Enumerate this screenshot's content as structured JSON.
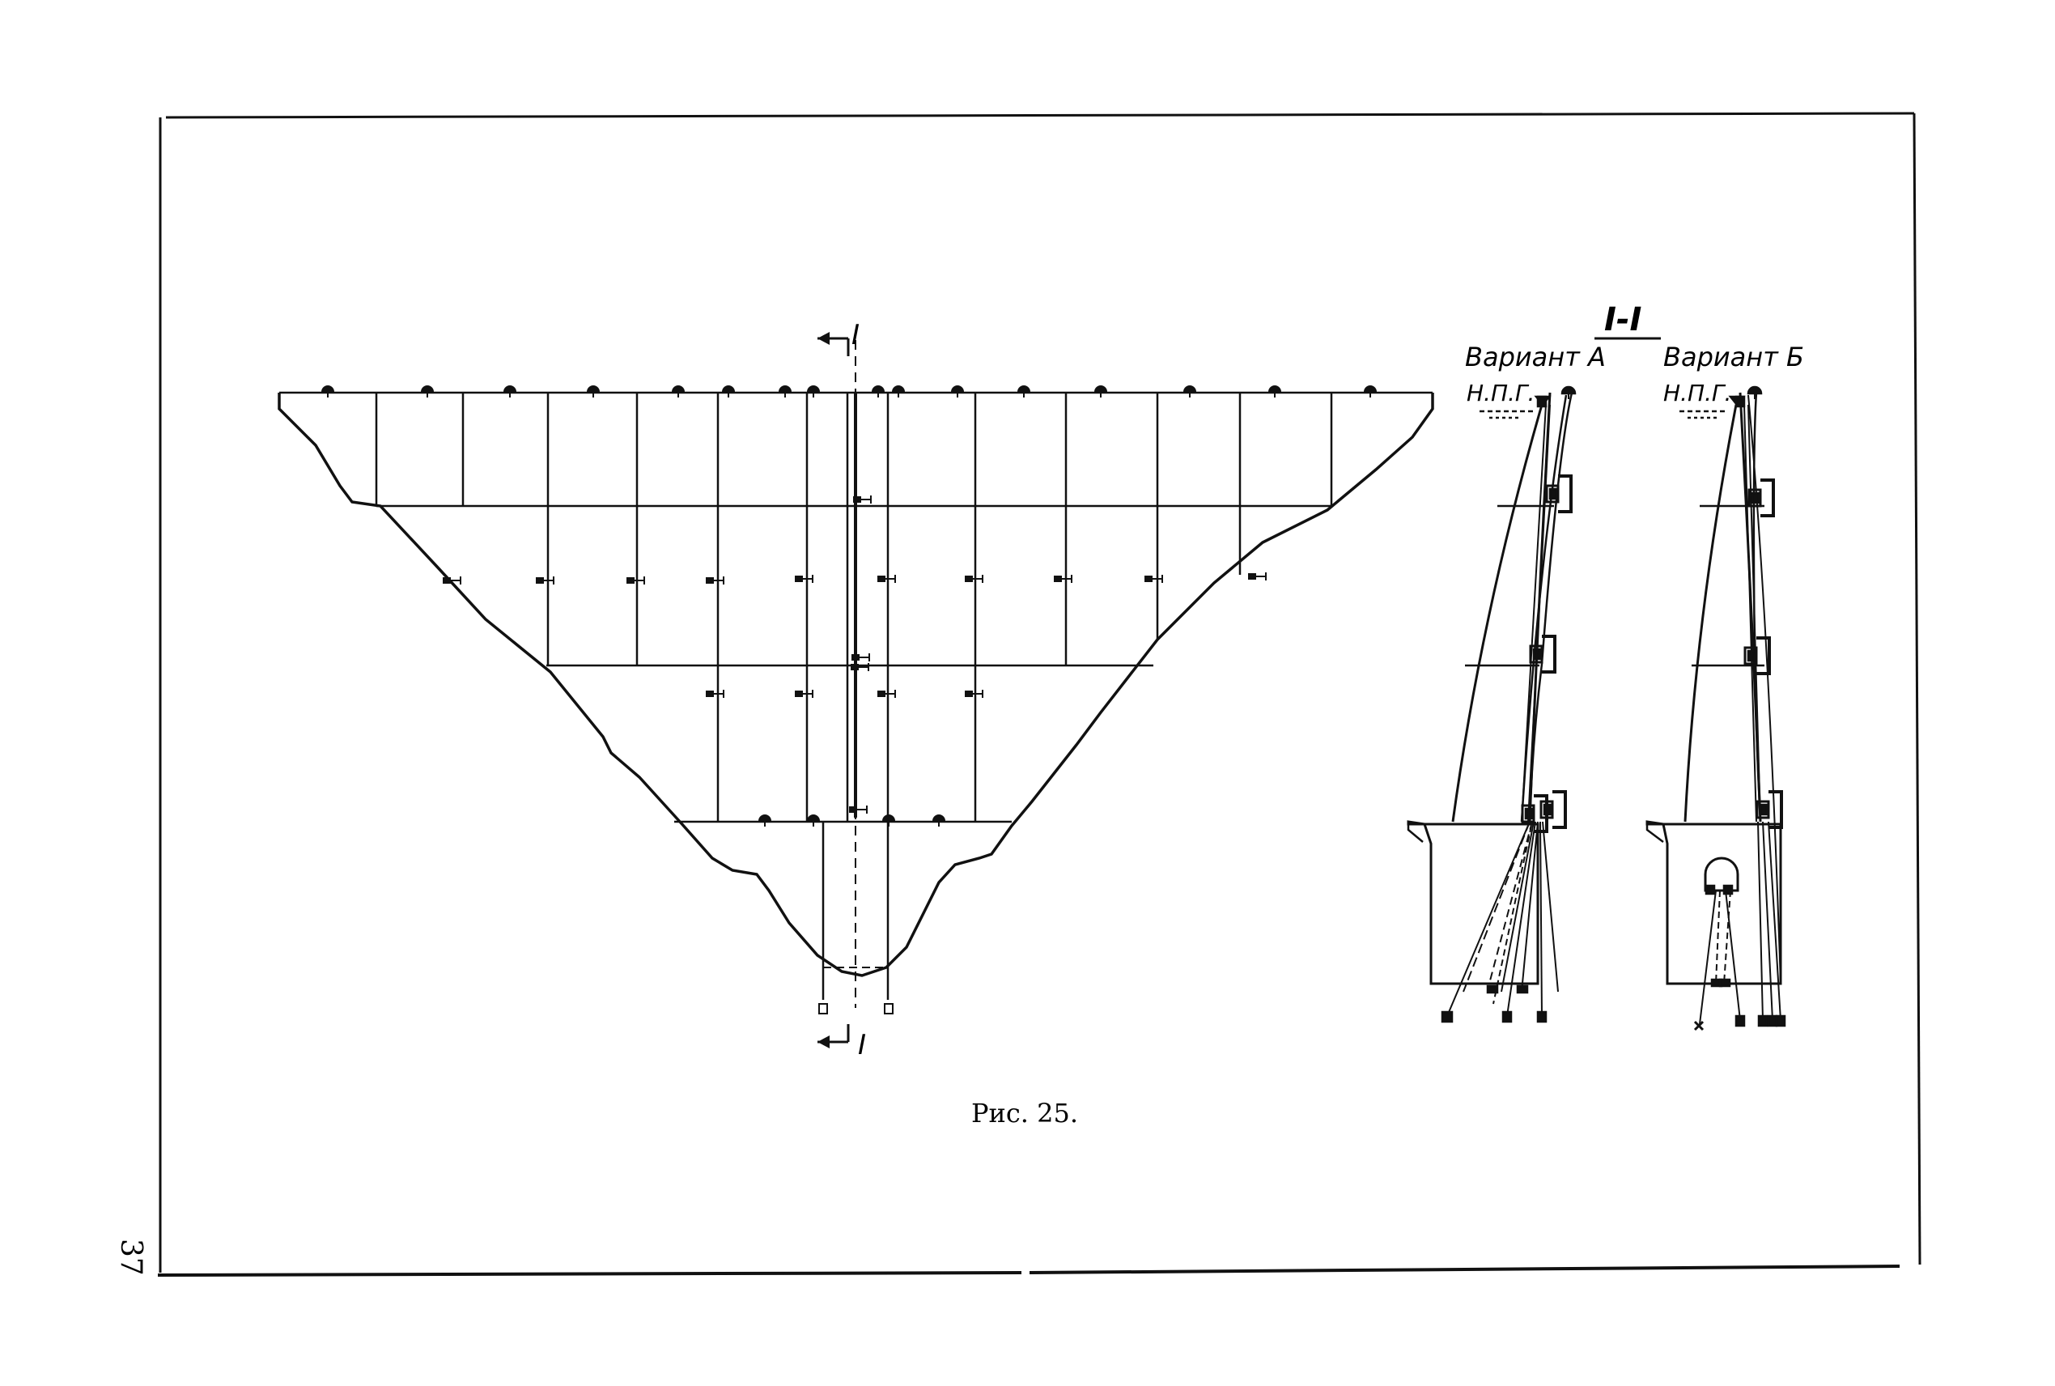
{
  "page": {
    "page_number": "37"
  },
  "figure": {
    "caption": "Рис. 25.",
    "section_mark_top": "I",
    "section_mark_bottom": "I",
    "section_title": "I-I",
    "variant_a_label": "Вариант А",
    "variant_b_label": "Вариант Б",
    "npg_label_a": "Н.П.Г.",
    "npg_label_b": "Н.П.Г."
  },
  "colors": {
    "ink": "#111111",
    "paper": "#ffffff"
  }
}
